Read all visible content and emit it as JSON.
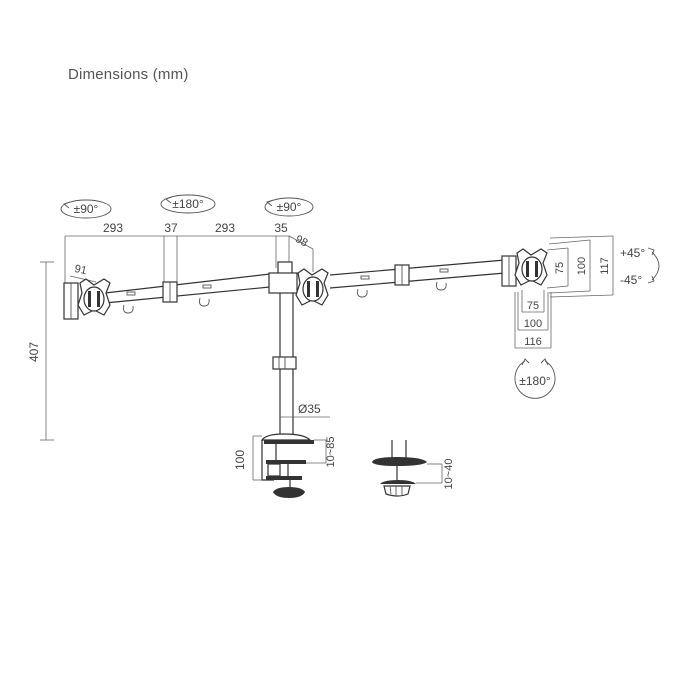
{
  "title": "Dimensions (mm)",
  "rotations": {
    "left_head": "±90°",
    "middle_joint": "±180°",
    "center_head": "±90°",
    "right_swivel": "±180°",
    "tilt_up": "+45°",
    "tilt_down": "-45°"
  },
  "horizontal_dims": {
    "arm_left": "293",
    "joint": "37",
    "arm_right": "293",
    "pole_offset": "35",
    "center_plate": "98",
    "left_plate": "91"
  },
  "vertical_dims": {
    "total_height": "407",
    "pole_diameter": "Ø35",
    "clamp_height": "100",
    "clamp_range": "10~85",
    "grommet_range": "10~40"
  },
  "vesa": {
    "vertical": [
      "75",
      "100",
      "117"
    ],
    "horizontal": [
      "75",
      "100",
      "116"
    ]
  }
}
